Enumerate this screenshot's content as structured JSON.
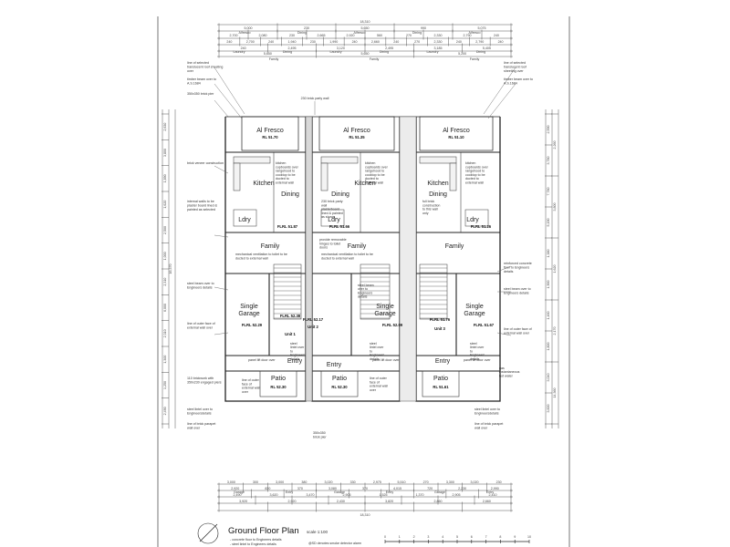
{
  "dims": {
    "overall_width": "18,310",
    "overall_height": "16,370",
    "top_row1": [
      "5,000",
      "230",
      "5,650",
      "990",
      "5,075"
    ],
    "top_row2": [
      "2,700",
      "2,080",
      "230",
      "2,665",
      "2,920",
      "560",
      "270",
      "2,330",
      "2,790",
      "240"
    ],
    "top_row3": [
      "240",
      "2,700",
      "240",
      "1,940",
      "230",
      "1,990",
      "240",
      "2,660",
      "240",
      "270",
      "2,330",
      "240",
      "2,790",
      "240"
    ],
    "top_row4": [
      "240",
      "2,495",
      "3,120",
      "2,495",
      "3,185",
      "5,405"
    ],
    "top_row5": [
      "5,650",
      "5,650",
      "5,200"
    ],
    "top_words": [
      "Alfresco",
      "Dining",
      "Alfresco",
      "Dining",
      "Alfresco"
    ],
    "top_words2": [
      "Laundry",
      "Dining",
      "Laundry",
      "Dining",
      "Laundry",
      "Dining"
    ],
    "top_words3": [
      "Family",
      "Family",
      "Family"
    ],
    "bottom_row1": [
      "3,000",
      "300",
      "3,000",
      "380",
      "3,020",
      "330",
      "2,975",
      "5,510",
      "270",
      "3,300",
      "3,020",
      "230"
    ],
    "bottom_row2": [
      "2,920",
      "820",
      "370",
      "3,080",
      "370",
      "4,015",
      "720",
      "2,230",
      "2,990"
    ],
    "bottom_row3": [
      "2,490",
      "3,620",
      "3,470",
      "2,905",
      "1,525",
      "1,370",
      "2,905",
      "2,410"
    ],
    "bottom_row4": [
      "3,920",
      "2,920",
      "2,430",
      "3,820",
      "2,860",
      "2,660"
    ],
    "bottom_overall": "18,310",
    "bottom_words": [
      "Garage",
      "Entry",
      "Garage",
      "Entry",
      "Garage",
      "Entry"
    ],
    "left_col": [
      "2,630",
      "3,800",
      "1,890",
      "1,620",
      "2,500",
      "1,000",
      "2,310",
      "6,000",
      "2,310",
      "1,300",
      "1,250",
      "2,490"
    ],
    "right_col": [
      "2,590",
      "3,780",
      "7,780",
      "5,190",
      "1,380",
      "1,900",
      "1,460",
      "1,800",
      "3,040",
      "3,600"
    ],
    "right_col2": [
      "2,260",
      "3,800",
      "1,620",
      "2,170",
      "14,360"
    ]
  },
  "rooms": [
    {
      "name": "Al Fresco",
      "rl": "RL 51.70"
    },
    {
      "name": "Al Fresco",
      "rl": "RL 51.35"
    },
    {
      "name": "Al Fresco",
      "rl": "RL 51.10"
    },
    {
      "name": "Kitchen"
    },
    {
      "name": "Kitchen"
    },
    {
      "name": "Kitchen"
    },
    {
      "name": "Dining"
    },
    {
      "name": "Dining"
    },
    {
      "name": "Dining"
    },
    {
      "name": "Ldry"
    },
    {
      "name": "Ldry"
    },
    {
      "name": "Ldry"
    },
    {
      "name": "Family"
    },
    {
      "name": "Family"
    },
    {
      "name": "Family"
    },
    {
      "name": "Single Garage"
    },
    {
      "name": "Single Garage"
    },
    {
      "name": "Single Garage"
    },
    {
      "name": "Entry"
    },
    {
      "name": "Entry"
    },
    {
      "name": "Entry"
    },
    {
      "name": "Patio",
      "rl": "RL 52.30"
    },
    {
      "name": "Patio",
      "rl": "RL 52.30"
    },
    {
      "name": "Patio",
      "rl": "RL 51.61"
    }
  ],
  "levels": {
    "f1": "FLRL 51.87",
    "f2": "FLRL 51.66",
    "f3": "FLRL 51.26",
    "g1": "FLRL 52.29",
    "g2": "FLRL 52.09",
    "g3": "FLRL 51.67",
    "u1": "FLRL 52.38",
    "u2": "FLRL 52.17",
    "u3": "FLRL 51.76"
  },
  "units": [
    "Unit 1",
    "Unit 2",
    "Unit 3"
  ],
  "notes": {
    "left": [
      "line of selected translucent roof sheeting over",
      "timber beam over to A.S.1684",
      "350x350 brick pier",
      "brick veneer construction",
      "internal walls to be plaster board lined & painted as selected",
      "steel beam over to Engineers details",
      "line of outer face of external wall over",
      "110 brickwork with 350x230 engaged piers"
    ],
    "right": [
      "line of selected translucent roof sheeting over",
      "timber beam over to A.S.1684",
      "reinforced concrete floor to Engineers details",
      "steel beam over to Engineers details",
      "line of outer face of external wall over"
    ],
    "center_top": "230 brick party wall",
    "kitchen": "kitchen cupboards over rangehood to cooktop to be ducted to external wall",
    "kitchen3": "kitchen cupboards over rangehood to cooktop to be ducted to external wall",
    "party": "230 brick party wall plasterboard lined & painted as shown",
    "full_brick": "full brick construction to this wall only",
    "mech1": "mechanical ventilation to toilet to be ducted to external wall",
    "mech2": "mechanical ventilation to toilet to be ducted to external wall",
    "removable": "provide removable hinges to toilet doors",
    "lintel1": "steel lintel over to Engineers details",
    "lintel2": "steel lintel over to Engineers details",
    "lintel3": "steel lintel over to Engineers details",
    "lintel_c": "steel beam over to Engineers details",
    "panel": "panel lift door over",
    "outer_face": "line of outer face of external wall over",
    "bottom_left": [
      "steel lintel over to Engineersdetails",
      "line of brick parapet wall over"
    ],
    "bottom_right": [
      "steel lintel over to Engineersdetails",
      "line of brick parapet wall over"
    ],
    "pier": "350x350 brick pier",
    "gas": "gas instantaneous hot water"
  },
  "footer": {
    "title": "Ground Floor Plan",
    "scale": "scale 1:100",
    "legend1": "- concrete floor to Engineers details",
    "legend2": "- steel lintel to Engineers details",
    "smoke": "@SD denotes smoke detector alarm",
    "scale_ticks": [
      "0",
      "1",
      "2",
      "3",
      "4",
      "5",
      "6",
      "7",
      "8",
      "9",
      "10"
    ]
  },
  "colors": {
    "line": "#222222",
    "hatch": "#666666"
  }
}
